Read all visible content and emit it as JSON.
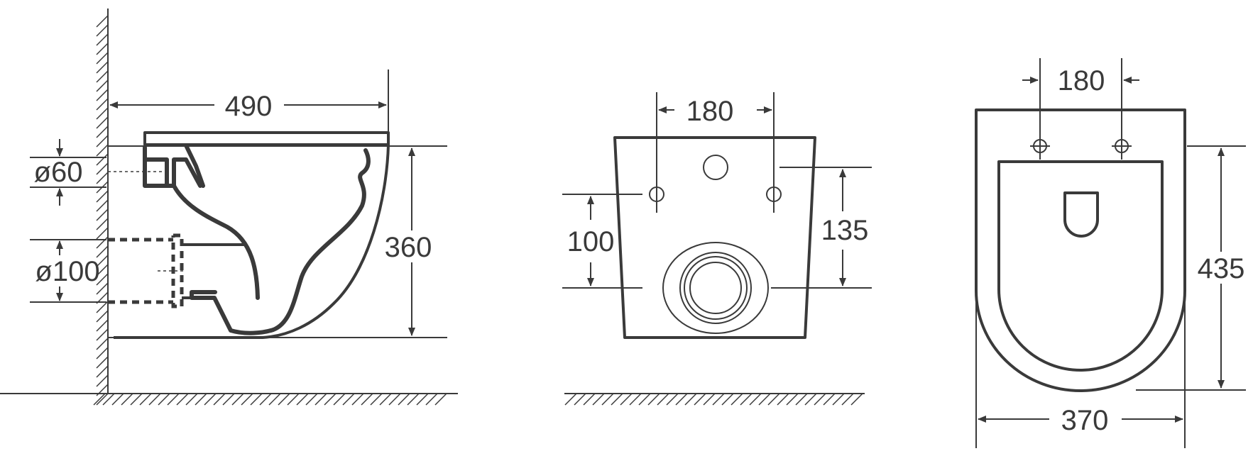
{
  "side_view": {
    "depth_label": "490",
    "height_label": "360",
    "water_inlet_label": "ø60",
    "drain_label": "ø100"
  },
  "back_view": {
    "bolt_spacing_label": "180",
    "drain_height_label": "100",
    "inlet_height_label": "135"
  },
  "top_view": {
    "bolt_spacing_label": "180",
    "length_label": "435",
    "width_label": "370"
  },
  "colors": {
    "line": "#3a3a3a",
    "background": "#ffffff"
  }
}
